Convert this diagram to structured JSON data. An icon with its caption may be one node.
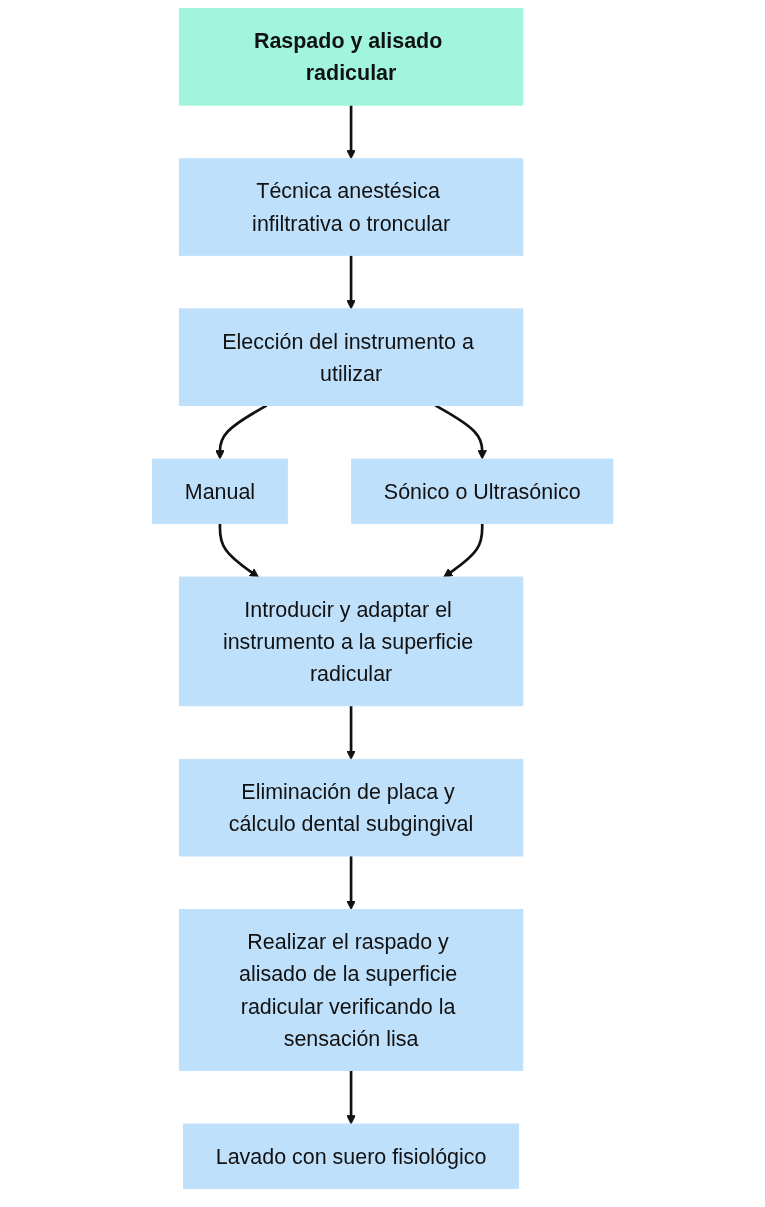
{
  "diagram": {
    "nodes": [
      {
        "text": [
          "Raspado y alisado radicular"
        ]
      },
      {
        "text": [
          "Técnica anestésica infiltrativa o troncular"
        ]
      },
      {
        "text": [
          "Elección del instrumento a utilizar"
        ]
      },
      {
        "text": [
          "Manual"
        ]
      },
      {
        "text": [
          "Sónico o Ultrasónico"
        ]
      },
      {
        "text": [
          "Introducir y adaptar el instrumento a la superficie radicular"
        ]
      },
      {
        "text": [
          "Eliminación de placa y cálculo dental subgingival"
        ]
      },
      {
        "text": [
          "Realizar el raspado y alisado de la superficie radicular verificando la sensación lisa"
        ]
      },
      {
        "text": [
          "Lavado con suero fisiológico"
        ]
      }
    ],
    "edges": [
      {
        "from": 0,
        "to": 1,
        "arrow": "to"
      },
      {
        "from": 1,
        "to": 2,
        "arrow": "to"
      },
      {
        "from": 2,
        "to": 3,
        "arrow": "to"
      },
      {
        "from": 2,
        "to": 4,
        "arrow": "to"
      },
      {
        "from": 3,
        "to": 5,
        "arrow": "to"
      },
      {
        "from": 4,
        "to": 5,
        "arrow": "to"
      },
      {
        "from": 5,
        "to": 6,
        "arrow": "to"
      },
      {
        "from": 6,
        "to": 7,
        "arrow": "to"
      },
      {
        "from": 7,
        "to": 8,
        "arrow": "to"
      }
    ]
  }
}
